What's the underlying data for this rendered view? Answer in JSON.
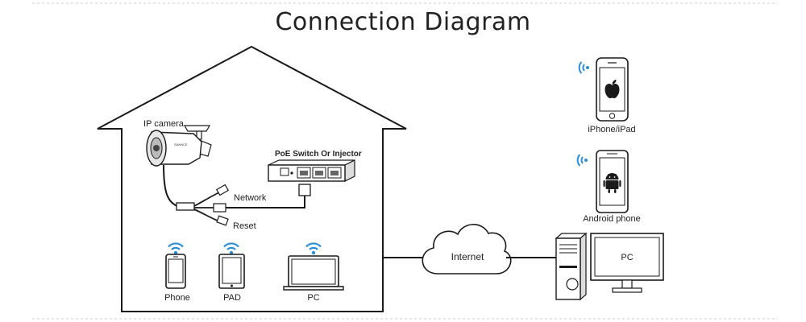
{
  "title": "Connection Diagram",
  "labels": {
    "ip_camera": "IP camera",
    "poe_switch": "PoE Switch Or Injector",
    "network": "Network",
    "reset": "Reset",
    "phone": "Phone",
    "pad": "PAD",
    "pc_local": "PC",
    "internet": "Internet",
    "iphone_ipad": "iPhone/iPad",
    "android_phone": "Android phone",
    "pc_remote": "PC"
  },
  "icons": [
    "wifi-icon",
    "apple-logo-icon",
    "android-logo-icon",
    "house-outline",
    "cloud-icon",
    "desktop-tower-icon",
    "monitor-icon",
    "laptop-icon",
    "tablet-icon",
    "smartphone-icon",
    "camera-icon",
    "poe-switch-icon"
  ],
  "colors": {
    "wifi": "#2b8fd6",
    "line": "#1a1a1a",
    "dashed_rule": "#cccccc"
  }
}
